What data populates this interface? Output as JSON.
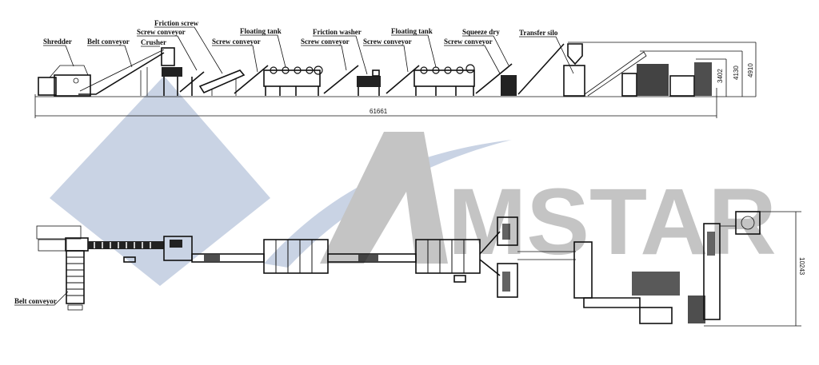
{
  "watermark": {
    "brand": "AMSTAR",
    "letters_after_A": "MSTAR",
    "diamond_color": "#c9d3e4",
    "text_color": "#c4c4c4"
  },
  "elevation_view": {
    "labels": {
      "shredder": "Shredder",
      "belt_conveyor": "Belt conveyor",
      "crusher": "Crusher",
      "friction_screw": "Friction screw",
      "screw_conveyor_1": "Screw conveyor",
      "screw_conveyor_2": "Screw conveyor",
      "floating_tank_1": "Floating tank",
      "friction_washer": "Friction washer",
      "screw_conveyor_3": "Screw conveyor",
      "screw_conveyor_4": "Screw conveyor",
      "floating_tank_2": "Floating tank",
      "squeeze_dry": "Squeeze dry",
      "screw_conveyor_5": "Screw conveyor",
      "transfer_silo": "Transfer silo"
    },
    "dimensions": {
      "total_length": "61661",
      "height_1": "3402",
      "height_2": "4130",
      "height_3": "4910"
    }
  },
  "plan_view": {
    "labels": {
      "belt_conveyor": "Belt conveyor"
    },
    "dimensions": {
      "width": "10243"
    }
  }
}
